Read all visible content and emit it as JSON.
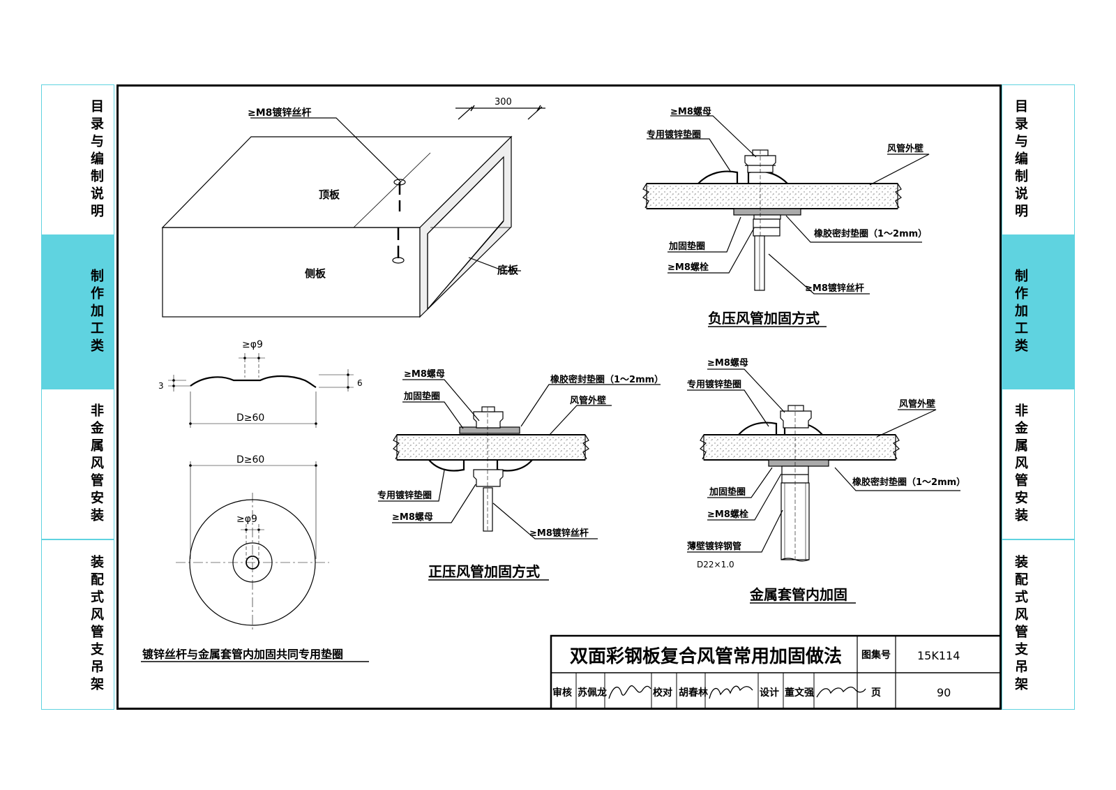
{
  "side_tabs": [
    {
      "label": "目录与编制说明",
      "active": false
    },
    {
      "label": "制作加工类",
      "active": true
    },
    {
      "label": "非金属风管安装",
      "active": false
    },
    {
      "label": "装配式风管支吊架",
      "active": false
    }
  ],
  "duct_view": {
    "rod_label": "≥M8镀锌丝杆",
    "dimension": "300",
    "top_label": "顶板",
    "side_label": "侧板",
    "bottom_label": "底板"
  },
  "negative": {
    "title": "负压风管加固方式",
    "nut": "≥M8螺母",
    "washer": "专用镀锌垫圈",
    "wall": "风管外壁",
    "seal": "橡胶密封垫圈（1～2mm）",
    "plate": "加固垫圈",
    "bolt": "≥M8螺栓",
    "rod": "≥M8镀锌丝杆"
  },
  "positive": {
    "title": "正压风管加固方式",
    "nut_top": "≥M8螺母",
    "plate": "加固垫圈",
    "seal": "橡胶密封垫圈（1～2mm）",
    "wall": "风管外壁",
    "washer": "专用镀锌垫圈",
    "nut_bottom": "≥M8螺母",
    "rod": "≥M8镀锌丝杆"
  },
  "sleeve": {
    "title": "金属套管内加固",
    "nut": "≥M8螺母",
    "washer": "专用镀锌垫圈",
    "wall": "风管外壁",
    "seal": "橡胶密封垫圈（1～2mm）",
    "plate": "加固垫圈",
    "bolt": "≥M8螺栓",
    "tube": "薄壁镀锌钢管",
    "tube_size": "D22×1.0"
  },
  "washer_detail": {
    "hole": "≥φ9",
    "dim_3": "3",
    "dim_6": "6",
    "diameter": "D≥60",
    "caption": "镀锌丝杆与金属套管内加固共同专用垫圈"
  },
  "title_block": {
    "title": "双面彩钢板复合风管常用加固做法",
    "atlas_label": "图集号",
    "atlas_no": "15K114",
    "review_label": "审核",
    "reviewer": "苏佩龙",
    "check_label": "校对",
    "checker": "胡春林",
    "design_label": "设计",
    "designer": "董文强",
    "page_label": "页",
    "page_no": "90"
  }
}
